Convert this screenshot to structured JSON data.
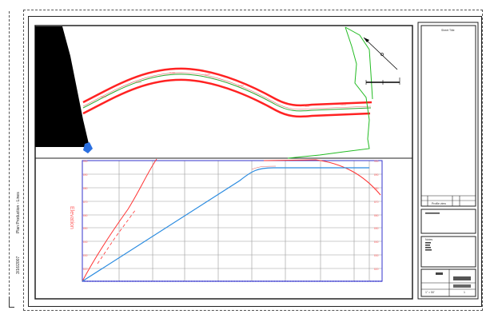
{
  "side_labels": {
    "sheet_label": "Plan Production - Lines",
    "date_label": "3/16/2007"
  },
  "profile": {
    "axis_title": "Elevation",
    "left_ticks": [
      "900",
      "890",
      "880",
      "870",
      "860",
      "850",
      "840",
      "830",
      "820"
    ],
    "right_ticks": [
      "900",
      "890",
      "880",
      "870",
      "860",
      "850",
      "840",
      "830",
      "820"
    ]
  },
  "title_block": {
    "header": "Sheet Title",
    "row_label": "Profile view",
    "notes_heading": "Notes",
    "scale_text": "1\" = 50'",
    "sheet_num": "1"
  },
  "colors": {
    "road_edge": "#ff2222",
    "centerline": "#2aa52a",
    "boundary": "#22bb22",
    "existing_ground": "#ff3333",
    "design_profile": "#2a8be0",
    "grid": "#888888",
    "profile_frame": "#3333cc",
    "terrain": "#000000"
  }
}
